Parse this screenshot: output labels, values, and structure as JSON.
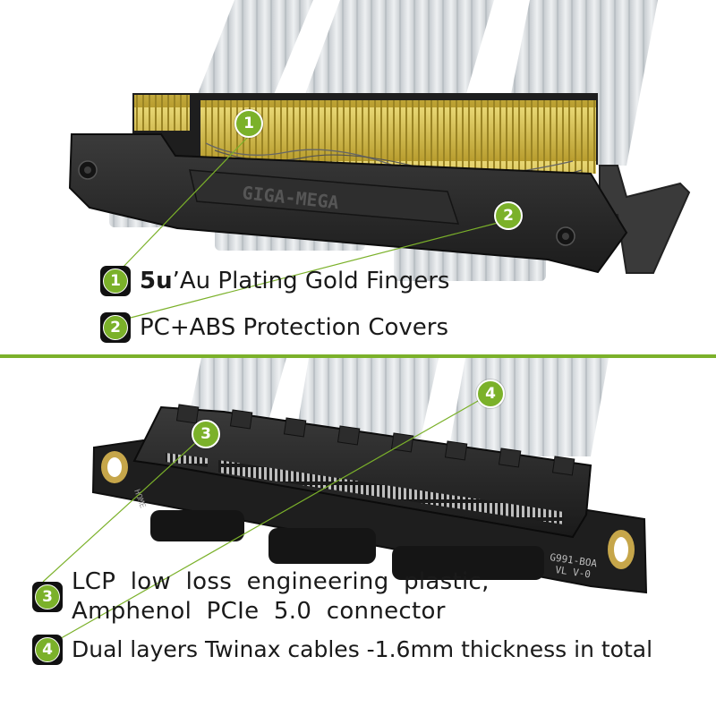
{
  "colors": {
    "accent_green": "#7bb12a",
    "badge_dark": "#111111",
    "gold": "#d7c04a",
    "housing": "#2a2a2a",
    "cable": "#d9dde0"
  },
  "features": [
    {
      "number": "1",
      "bold": "5u",
      "text": "’Au Plating Gold Fingers"
    },
    {
      "number": "2",
      "text": "PC+ABS Protection Covers"
    },
    {
      "number": "3",
      "line1": "LCP low loss engineering plastic,",
      "line2": "Amphenol PCIe 5.0 connector"
    },
    {
      "number": "4",
      "text": "Dual layers Twinax cables -1.6mm thickness in total"
    }
  ],
  "product": {
    "brand_mark": "GIGA-MEGA",
    "side_label_left": "HOME",
    "side_label_right_1": "G991-BOA",
    "side_label_right_2": "VL V-0"
  }
}
